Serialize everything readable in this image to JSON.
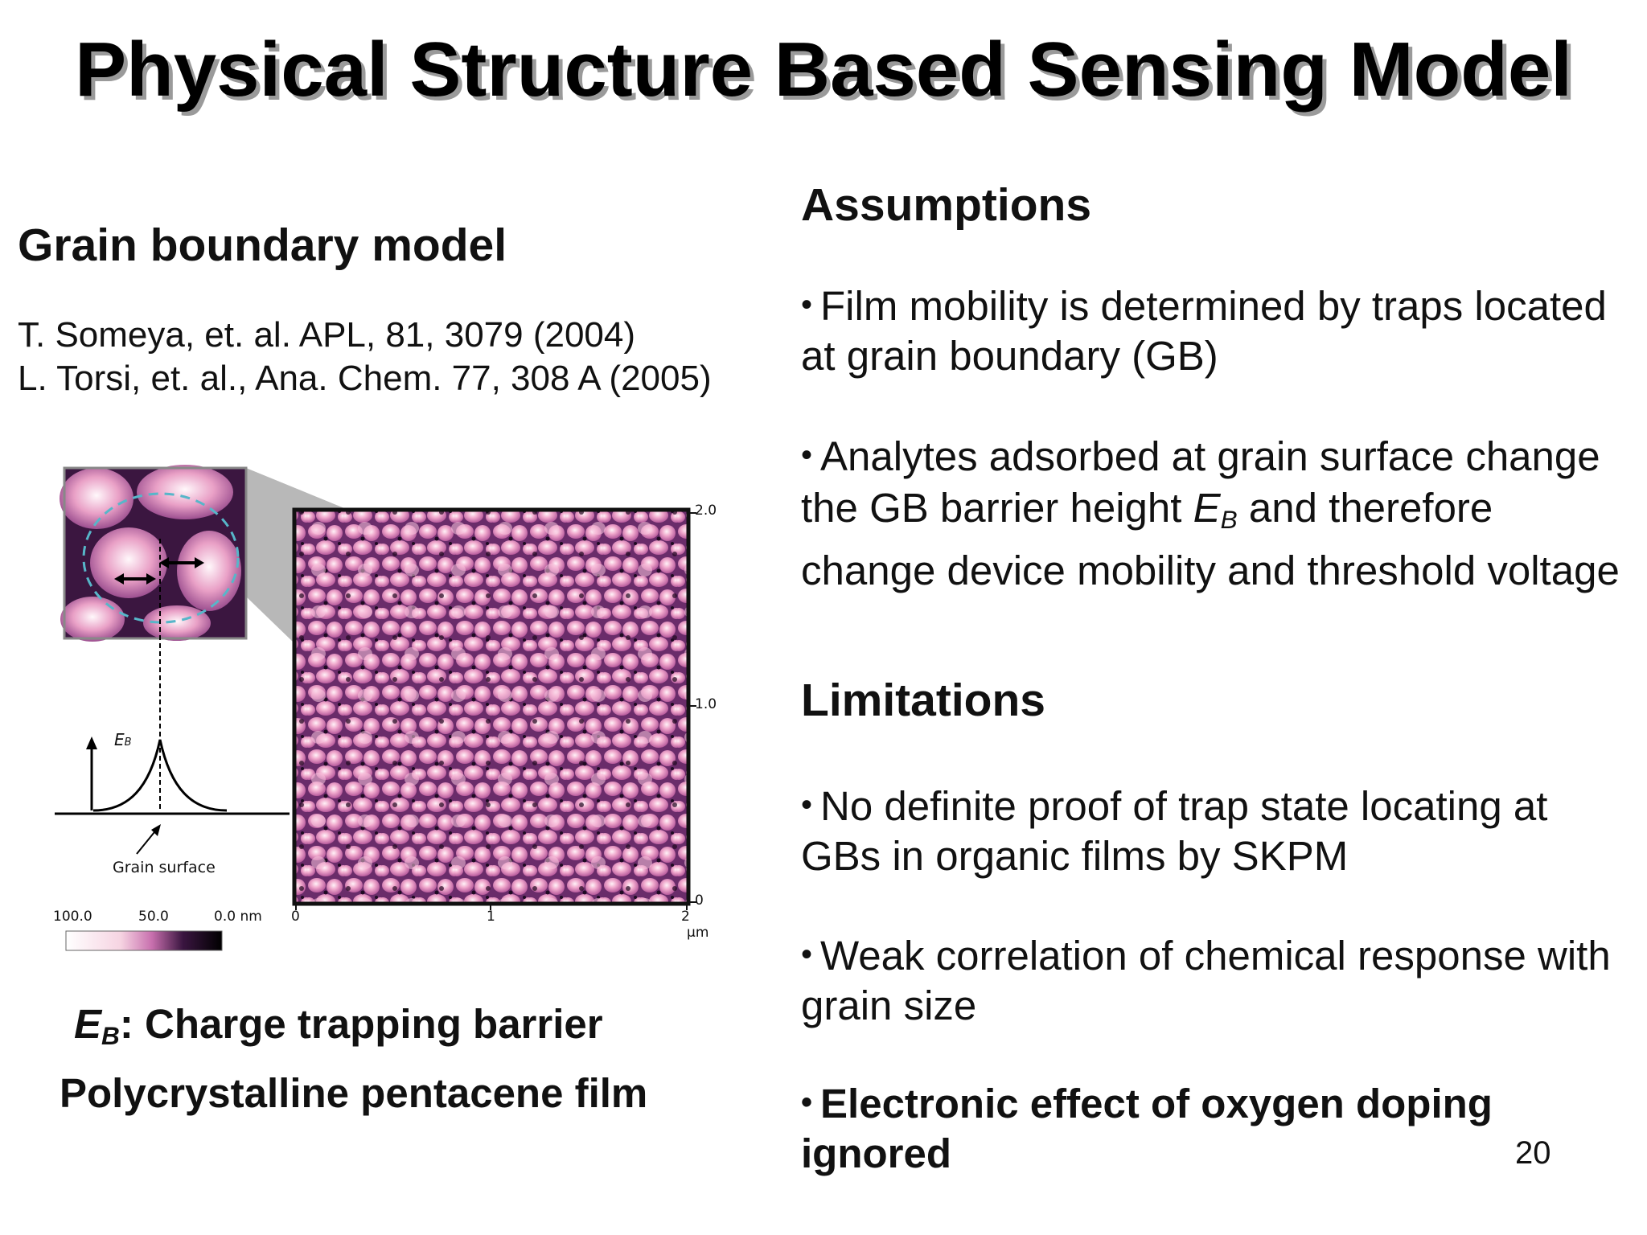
{
  "slide": {
    "title": "Physical Structure Based Sensing Model",
    "page_number": "20"
  },
  "left": {
    "heading": "Grain boundary model",
    "references": [
      "T. Someya, et. al. APL, 81, 3079 (2004)",
      "L. Torsi, et. al., Ana. Chem. 77, 308 A (2005)"
    ],
    "figure": {
      "y_ticks": [
        "2.0",
        "1.0",
        "0"
      ],
      "x_ticks": [
        "0",
        "1",
        "2"
      ],
      "x_unit": "μm",
      "scale_labels": [
        "100.0",
        "50.0",
        "0.0 nm"
      ],
      "eb_label": "E",
      "eb_sub": "B",
      "grain_surface_label": "Grain surface"
    },
    "caption_eb_symbol": "E",
    "caption_eb_sub": "B",
    "caption_eb_text": ": Charge trapping barrier",
    "caption_film": "Polycrystalline pentacene film"
  },
  "right": {
    "assumptions_heading": "Assumptions",
    "assumption1": "Film mobility is determined by traps located at grain boundary (GB)",
    "assumption2_part1": "Analytes adsorbed at grain surface change the GB barrier height ",
    "assumption2_symbol": "E",
    "assumption2_sub": "B",
    "assumption2_part2": " and therefore change device mobility and threshold voltage",
    "limitations_heading": "Limitations",
    "limitation1": "No definite proof of trap state locating at GBs in organic films by SKPM",
    "limitation2": "Weak correlation of chemical response with grain size",
    "limitation3": "Electronic effect of oxygen doping ignored"
  },
  "colors": {
    "grain_light": "#fde6f0",
    "grain_mid": "#d978ae",
    "grain_dark": "#2a1030",
    "inset_dash": "#57b6c9"
  }
}
